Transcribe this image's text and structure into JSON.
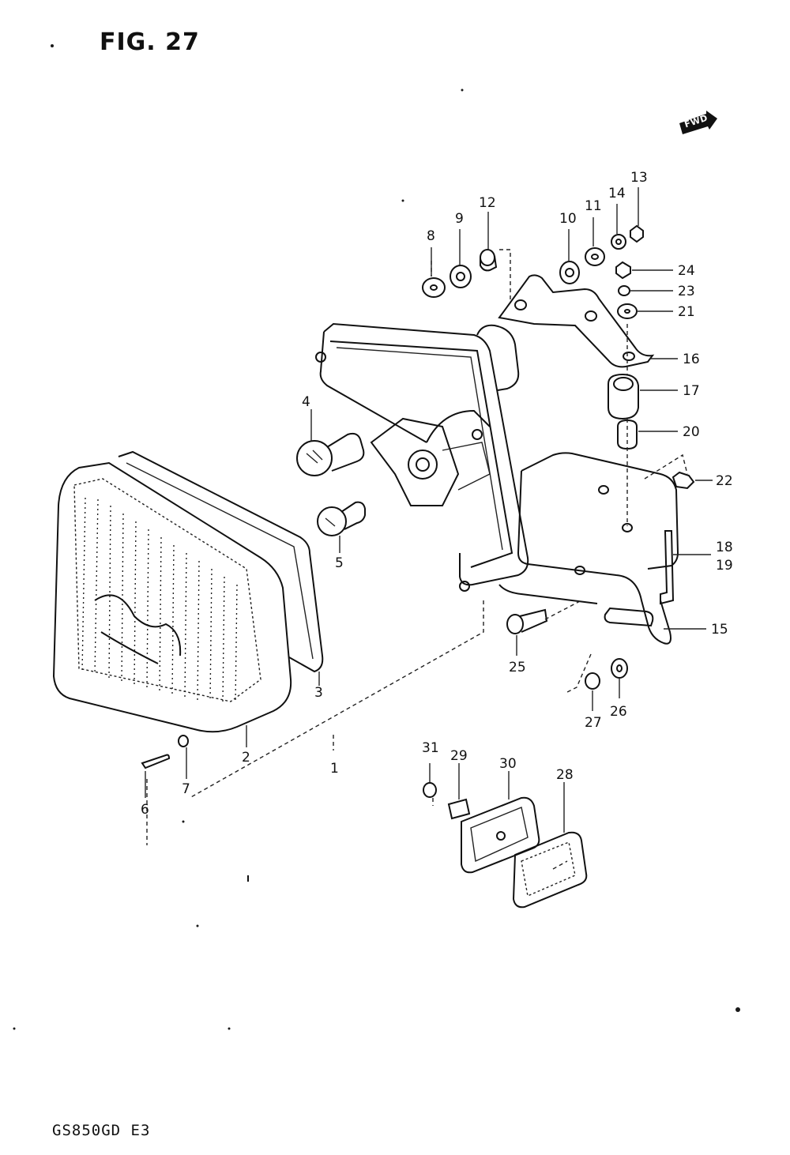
{
  "figure": {
    "title": "FIG. 27",
    "footer_code": "GS850GD E3",
    "direction_badge": "FWD"
  },
  "part_callouts": [
    "1",
    "2",
    "3",
    "4",
    "5",
    "6",
    "7",
    "8",
    "9",
    "10",
    "11",
    "12",
    "13",
    "14",
    "15",
    "16",
    "17",
    "18",
    "19",
    "20",
    "21",
    "22",
    "23",
    "24",
    "25",
    "26",
    "27",
    "28",
    "29",
    "30",
    "31"
  ]
}
